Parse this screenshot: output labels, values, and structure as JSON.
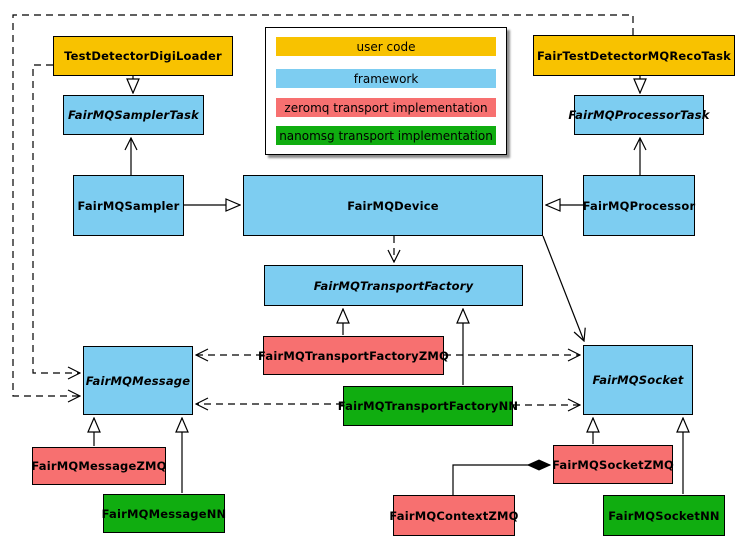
{
  "colors": {
    "user_code": "#F8C200",
    "framework": "#7DCDF1",
    "zeromq": "#F77070",
    "nanomsg": "#10AD10"
  },
  "legend": {
    "items": [
      {
        "label": "user code",
        "category": "user_code"
      },
      {
        "label": "framework",
        "category": "framework"
      },
      {
        "label": "zeromq transport implementation",
        "category": "zeromq"
      },
      {
        "label": "nanomsg transport implementation",
        "category": "nanomsg"
      }
    ]
  },
  "nodes": {
    "digiLoader": {
      "label": "TestDetectorDigiLoader",
      "category": "user_code",
      "abstract": false
    },
    "samplerTask": {
      "label": "FairMQSamplerTask",
      "category": "framework",
      "abstract": true
    },
    "sampler": {
      "label": "FairMQSampler",
      "category": "framework",
      "abstract": false
    },
    "recoTask": {
      "label": "FairTestDetectorMQRecoTask",
      "category": "user_code",
      "abstract": false
    },
    "processorTask": {
      "label": "FairMQProcessorTask",
      "category": "framework",
      "abstract": true
    },
    "processor": {
      "label": "FairMQProcessor",
      "category": "framework",
      "abstract": false
    },
    "device": {
      "label": "FairMQDevice",
      "category": "framework",
      "abstract": false
    },
    "transportFactory": {
      "label": "FairMQTransportFactory",
      "category": "framework",
      "abstract": true
    },
    "transportFactoryZMQ": {
      "label": "FairMQTransportFactoryZMQ",
      "category": "zeromq",
      "abstract": false
    },
    "transportFactoryNN": {
      "label": "FairMQTransportFactoryNN",
      "category": "nanomsg",
      "abstract": false
    },
    "message": {
      "label": "FairMQMessage",
      "category": "framework",
      "abstract": true
    },
    "socket": {
      "label": "FairMQSocket",
      "category": "framework",
      "abstract": true
    },
    "messageZMQ": {
      "label": "FairMQMessageZMQ",
      "category": "zeromq",
      "abstract": false
    },
    "messageNN": {
      "label": "FairMQMessageNN",
      "category": "nanomsg",
      "abstract": false
    },
    "socketZMQ": {
      "label": "FairMQSocketZMQ",
      "category": "zeromq",
      "abstract": false
    },
    "socketNN": {
      "label": "FairMQSocketNN",
      "category": "nanomsg",
      "abstract": false
    },
    "contextZMQ": {
      "label": "FairMQContextZMQ",
      "category": "zeromq",
      "abstract": false
    }
  },
  "relationships": [
    {
      "from": "TestDetectorDigiLoader",
      "to": "FairMQSamplerTask",
      "type": "generalization"
    },
    {
      "from": "FairTestDetectorMQRecoTask",
      "to": "FairMQProcessorTask",
      "type": "generalization"
    },
    {
      "from": "FairMQSampler",
      "to": "FairMQSamplerTask",
      "type": "association"
    },
    {
      "from": "FairMQProcessor",
      "to": "FairMQProcessorTask",
      "type": "association"
    },
    {
      "from": "FairMQSampler",
      "to": "FairMQDevice",
      "type": "generalization"
    },
    {
      "from": "FairMQProcessor",
      "to": "FairMQDevice",
      "type": "generalization"
    },
    {
      "from": "FairMQDevice",
      "to": "FairMQTransportFactory",
      "type": "dependency"
    },
    {
      "from": "FairMQDevice",
      "to": "FairMQSocket",
      "type": "association"
    },
    {
      "from": "FairMQTransportFactoryZMQ",
      "to": "FairMQTransportFactory",
      "type": "generalization"
    },
    {
      "from": "FairMQTransportFactoryNN",
      "to": "FairMQTransportFactory",
      "type": "generalization"
    },
    {
      "from": "FairMQTransportFactoryZMQ",
      "to": "FairMQMessage",
      "type": "dependency"
    },
    {
      "from": "FairMQTransportFactoryZMQ",
      "to": "FairMQSocket",
      "type": "dependency"
    },
    {
      "from": "FairMQTransportFactoryNN",
      "to": "FairMQMessage",
      "type": "dependency"
    },
    {
      "from": "FairMQTransportFactoryNN",
      "to": "FairMQSocket",
      "type": "dependency"
    },
    {
      "from": "FairMQMessageZMQ",
      "to": "FairMQMessage",
      "type": "generalization"
    },
    {
      "from": "FairMQMessageNN",
      "to": "FairMQMessage",
      "type": "generalization"
    },
    {
      "from": "FairMQSocketZMQ",
      "to": "FairMQSocket",
      "type": "generalization"
    },
    {
      "from": "FairMQSocketNN",
      "to": "FairMQSocket",
      "type": "generalization"
    },
    {
      "from": "FairMQContextZMQ",
      "to": "FairMQSocketZMQ",
      "type": "composition"
    },
    {
      "from": "TestDetectorDigiLoader",
      "to": "FairMQMessage",
      "type": "dependency"
    },
    {
      "from": "FairTestDetectorMQRecoTask",
      "to": "FairMQMessage",
      "type": "dependency"
    }
  ]
}
